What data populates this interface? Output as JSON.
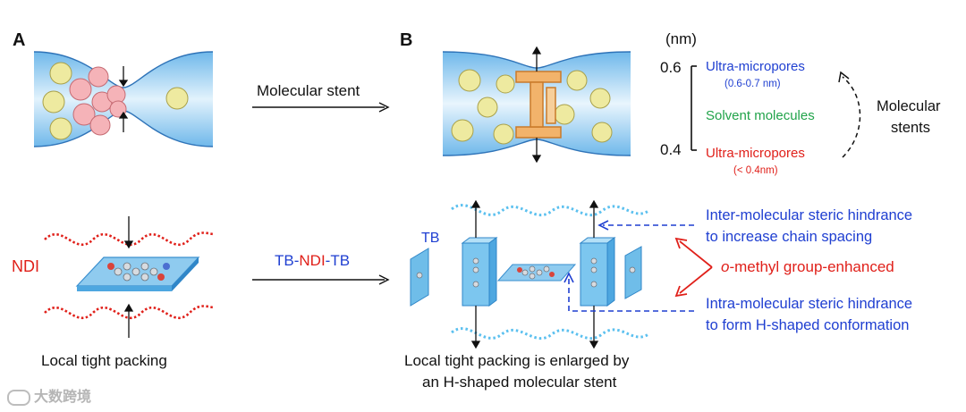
{
  "panels": {
    "a": "A",
    "b": "B"
  },
  "arrows": {
    "top": "Molecular stent",
    "bottom": {
      "part1": "TB-",
      "part2": "NDI",
      "part3": "-TB"
    }
  },
  "scale": {
    "unit": "(nm)",
    "top_value": "0.6",
    "bottom_value": "0.4",
    "top_label": "Ultra-micropores",
    "top_sub": "(0.6-0.7 nm)",
    "mid_label": "Solvent molecules",
    "bottom_label": "Ultra-micropores",
    "bottom_sub": "(< 0.4nm)",
    "side_label_1": "Molecular",
    "side_label_2": "stents"
  },
  "bottom_left": {
    "ndi": "NDI",
    "caption": "Local tight packing"
  },
  "bottom_right": {
    "tb": "TB",
    "inter_1": "Inter-molecular steric hindrance",
    "inter_2": "to increase chain spacing",
    "methyl_prefix": "o",
    "methyl_rest": "-methyl group-enhanced",
    "intra_1": "Intra-molecular steric hindrance",
    "intra_2": "to form H-shaped conformation",
    "caption_1": "Local tight packing is enlarged by",
    "caption_2": "an H-shaped molecular stent"
  },
  "watermark": "大数跨境",
  "colors": {
    "blue": "#1f3fd1",
    "red": "#e0201a",
    "green": "#21a34a",
    "channel": "#8fcbef",
    "pillar": "#f2b36b"
  }
}
